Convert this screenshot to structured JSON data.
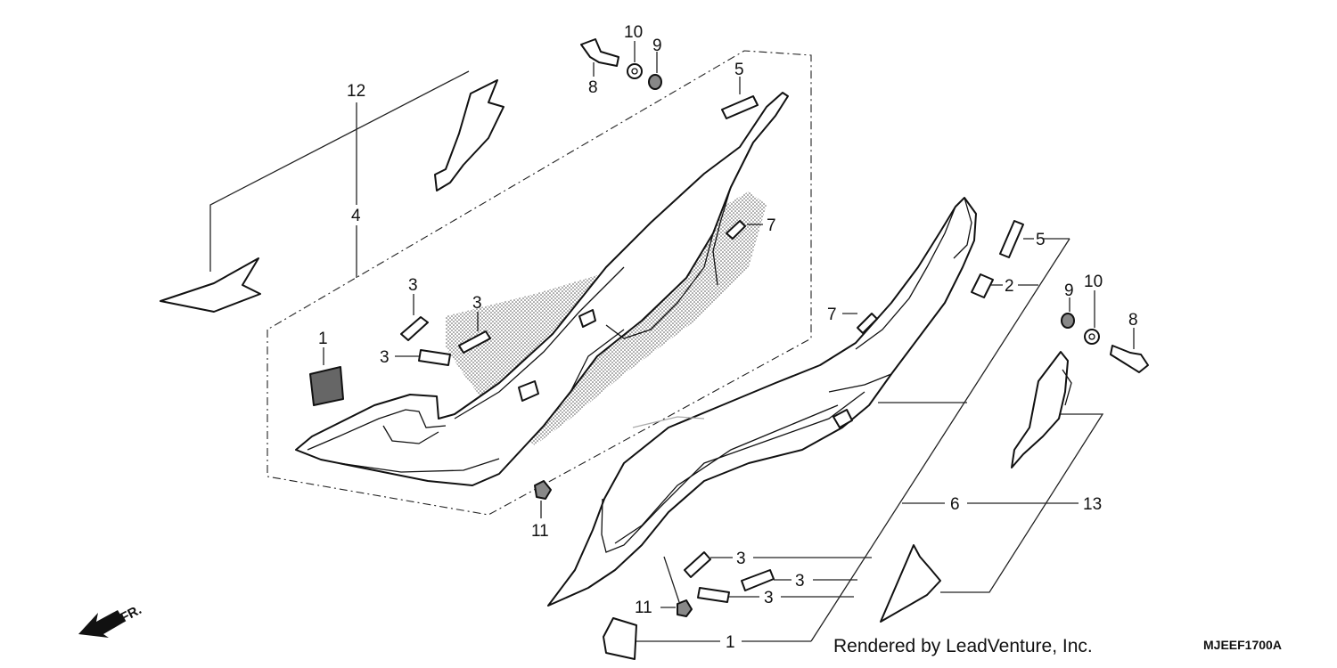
{
  "callouts": {
    "c1_left": "1",
    "c1_bottom": "1",
    "c2": "2",
    "c3_a": "3",
    "c3_b": "3",
    "c3_c": "3",
    "c3_d": "3",
    "c3_e": "3",
    "c3_f": "3",
    "c4": "4",
    "c5_top": "5",
    "c5_right": "5",
    "c6": "6",
    "c7_left": "7",
    "c7_right": "7",
    "c8_top": "8",
    "c8_right": "8",
    "c9_top": "9",
    "c9_right": "9",
    "c10_top": "10",
    "c10_right": "10",
    "c11_left": "11",
    "c11_bottom": "11",
    "c12": "12",
    "c13": "13"
  },
  "front_indicator": "FR.",
  "credit": "Rendered by LeadVenture, Inc.",
  "diagram_code": "MJEEF1700A"
}
